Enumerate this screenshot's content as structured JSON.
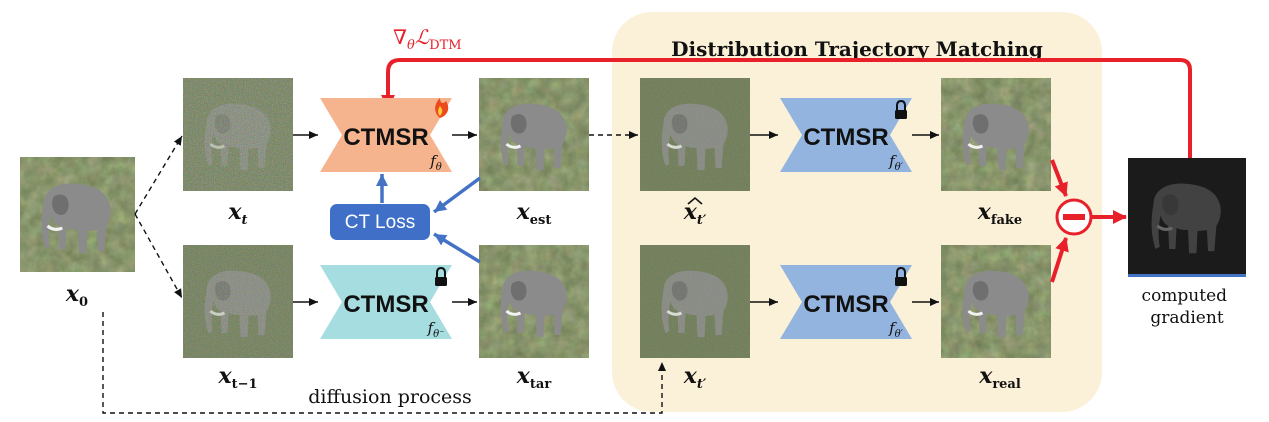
{
  "panel": {
    "title": "Distribution Trajectory Matching"
  },
  "gradient_label": {
    "nabla": "∇",
    "sub_theta": "θ",
    "L": "ℒ",
    "sub_dtm": "DTM"
  },
  "ct_loss": {
    "label": "CT Loss"
  },
  "networks": {
    "trainable": {
      "label": "CTMSR",
      "fn": "f",
      "sub": "θ",
      "status_icon": "fire-icon"
    },
    "frozen_target": {
      "label": "CTMSR",
      "fn": "f",
      "sub": "θ⁻",
      "status_icon": "lock-icon"
    },
    "dtm_fake": {
      "label": "CTMSR",
      "fn": "f",
      "sub": "θ′",
      "status_icon": "lock-icon"
    },
    "dtm_real": {
      "label": "CTMSR",
      "fn": "f",
      "sub": "θ′",
      "status_icon": "lock-icon"
    }
  },
  "images": {
    "x0": {
      "var": "x",
      "sub": "0",
      "hat": false
    },
    "xt": {
      "var": "x",
      "sub": "t",
      "hat": false
    },
    "xt_minus_1": {
      "var": "x",
      "sub": "t−1",
      "hat": false
    },
    "x_est": {
      "var": "x",
      "sub": "est",
      "hat": false
    },
    "x_tar": {
      "var": "x",
      "sub": "tar",
      "hat": false
    },
    "xhat_tprime": {
      "var": "x",
      "sub": "t′",
      "hat": true
    },
    "x_tprime": {
      "var": "x",
      "sub": "t′",
      "hat": false
    },
    "x_fake": {
      "var": "x",
      "sub": "fake",
      "hat": false
    },
    "x_real": {
      "var": "x",
      "sub": "real",
      "hat": false
    }
  },
  "diffusion_label": "diffusion process",
  "output": {
    "caption_line1": "computed",
    "caption_line2": "gradient"
  },
  "operator": {
    "symbol": "−"
  },
  "colors": {
    "panel_bg": "#fbf0d8",
    "trainable_net": "#f5b48e",
    "frozen_net": "#a6dde0",
    "dtm_net": "#93b4df",
    "ct_loss_box": "#3f6fc7",
    "arrow_blue": "#4472c4",
    "gradient_red": "#e8202a",
    "image_bg": "#6d7a55"
  }
}
